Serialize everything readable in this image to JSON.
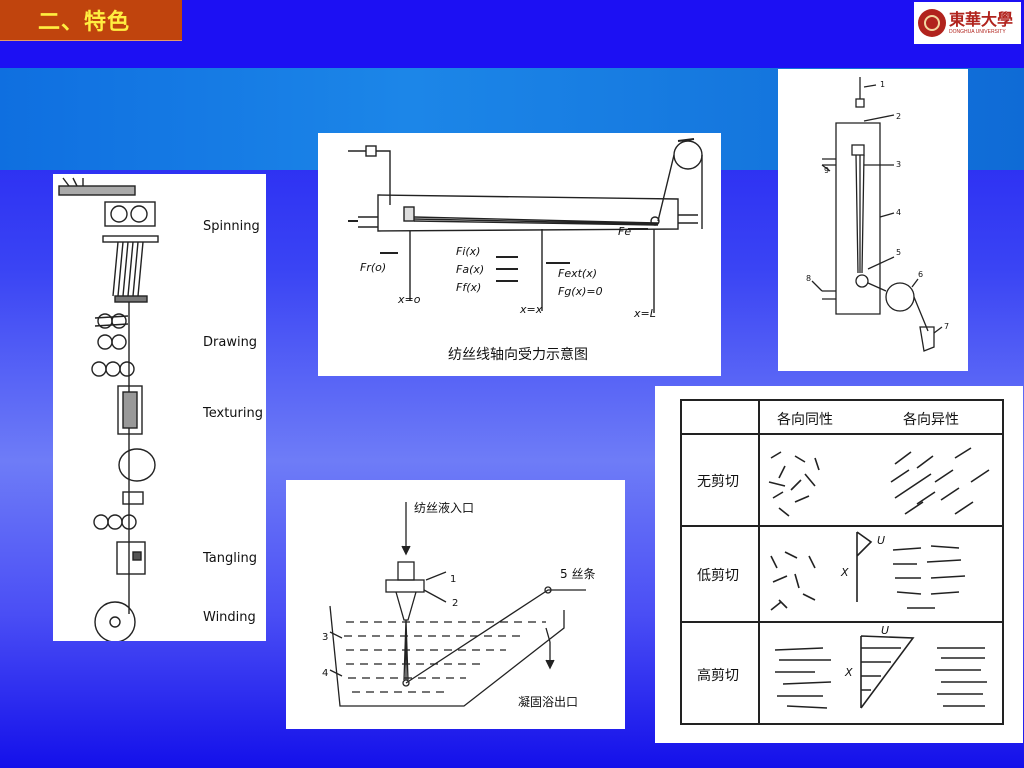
{
  "slide": {
    "title": "二、特色"
  },
  "logo": {
    "cn": "東華大學",
    "en": "DONGHUA UNIVERSITY"
  },
  "process_flow": {
    "steps": [
      "Spinning",
      "Drawing",
      "Texturing",
      "Tangling",
      "Winding"
    ]
  },
  "force_diagram": {
    "caption": "纺丝线轴向受力示意图",
    "label_fr": "Fr(o)",
    "label_fi": "Fi(x)",
    "label_fa": "Fa(x)",
    "label_ff": "Ff(x)",
    "label_fext": "Fext(x)",
    "label_fg": "Fg(x)=0",
    "label_fe": "Fe",
    "pos_0": "x=o",
    "pos_x": "x=x",
    "pos_l": "x=L"
  },
  "column_diagram": {
    "labels": [
      "1",
      "2",
      "3",
      "4",
      "5",
      "6",
      "7",
      "8",
      "9"
    ]
  },
  "bath_diagram": {
    "inlet": "纺丝液入口",
    "outlet": "凝固浴出口",
    "filament": "5  丝条",
    "labels": [
      "1",
      "2",
      "3",
      "4"
    ]
  },
  "shear_table": {
    "headers": [
      "各向同性",
      "各向异性"
    ],
    "rows": [
      "无剪切",
      "低剪切",
      "高剪切"
    ],
    "axis_x": "X",
    "axis_u": "U"
  }
}
